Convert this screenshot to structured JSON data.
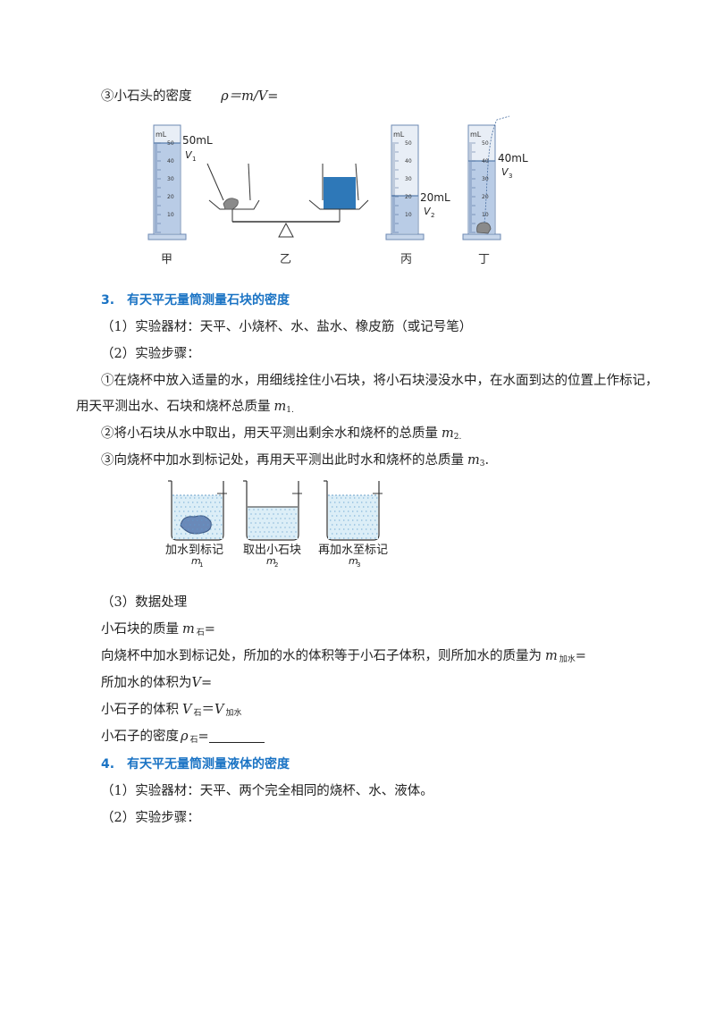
{
  "line1": {
    "prefix": "③小石头的密度",
    "formula": "ρ＝m/V="
  },
  "fig1": {
    "cyl_unit": "mL",
    "tick_labels": [
      "50",
      "40",
      "30",
      "20",
      "10"
    ],
    "label_jia_vol": "50mL",
    "label_jia_v": "V",
    "label_jia_sub": "1",
    "label_bing_vol": "20mL",
    "label_bing_v": "V",
    "label_bing_sub": "2",
    "label_ding_vol": "40mL",
    "label_ding_v": "V",
    "label_ding_sub": "3",
    "captions": [
      "甲",
      "乙",
      "丙",
      "丁"
    ],
    "water_color": "#2e78b8",
    "cyl_fill": "#b9cce6"
  },
  "section3": {
    "heading": "3.　有天平无量筒测量石块的密度",
    "materials": "（1）实验器材：天平、小烧杯、水、盐水、橡皮筋（或记号笔）",
    "steps_title": "（2）实验步骤：",
    "step1a": "①在烧杯中放入适量的水，用细线拴住小石块，将小石块浸没水中，在水面到达的位置上作标记，",
    "step1b": "用天平测出水、石块和烧杯总质量",
    "step1_var": "m",
    "step1_sub": "1.",
    "step2": "②将小石块从水中取出，用天平测出剩余水和烧杯的总质量",
    "step2_var": "m",
    "step2_sub": "2.",
    "step3": "③向烧杯中加水到标记处，再用天平测出此时水和烧杯的总质量",
    "step3_var": "m",
    "step3_sub": "3",
    "step3_end": ".",
    "beaker_labels": [
      "加水到标记",
      "取出小石块",
      "再加水至标记"
    ],
    "beaker_m": "m",
    "beaker_subs": [
      "1",
      "2",
      "3"
    ],
    "data_title": "（3）数据处理",
    "mass_stone": "小石块的质量",
    "mass_stone_var": "m",
    "mass_stone_sub": "石",
    "mass_stone_eq": "=",
    "added_water_text": "向烧杯中加水到标记处，所加的水的体积等于小石子体积，则所加水的质量为",
    "added_water_var": "m",
    "added_water_sub": "加水",
    "added_water_eq": "=",
    "added_vol": "所加水的体积为",
    "added_vol_var": "V",
    "added_vol_eq": "=",
    "stone_vol": "小石子的体积",
    "stone_vol_var1": "V",
    "stone_vol_sub1": "石",
    "stone_vol_eq": "＝",
    "stone_vol_var2": "V",
    "stone_vol_sub2": "加水",
    "stone_density": "小石子的密度",
    "stone_density_var": "ρ",
    "stone_density_sub": "石",
    "stone_density_eq": "="
  },
  "section4": {
    "heading": "4.　有天平无量筒测量液体的密度",
    "materials": "（1）实验器材：天平、两个完全相同的烧杯、水、液体。",
    "steps_title": "（2）实验步骤："
  }
}
